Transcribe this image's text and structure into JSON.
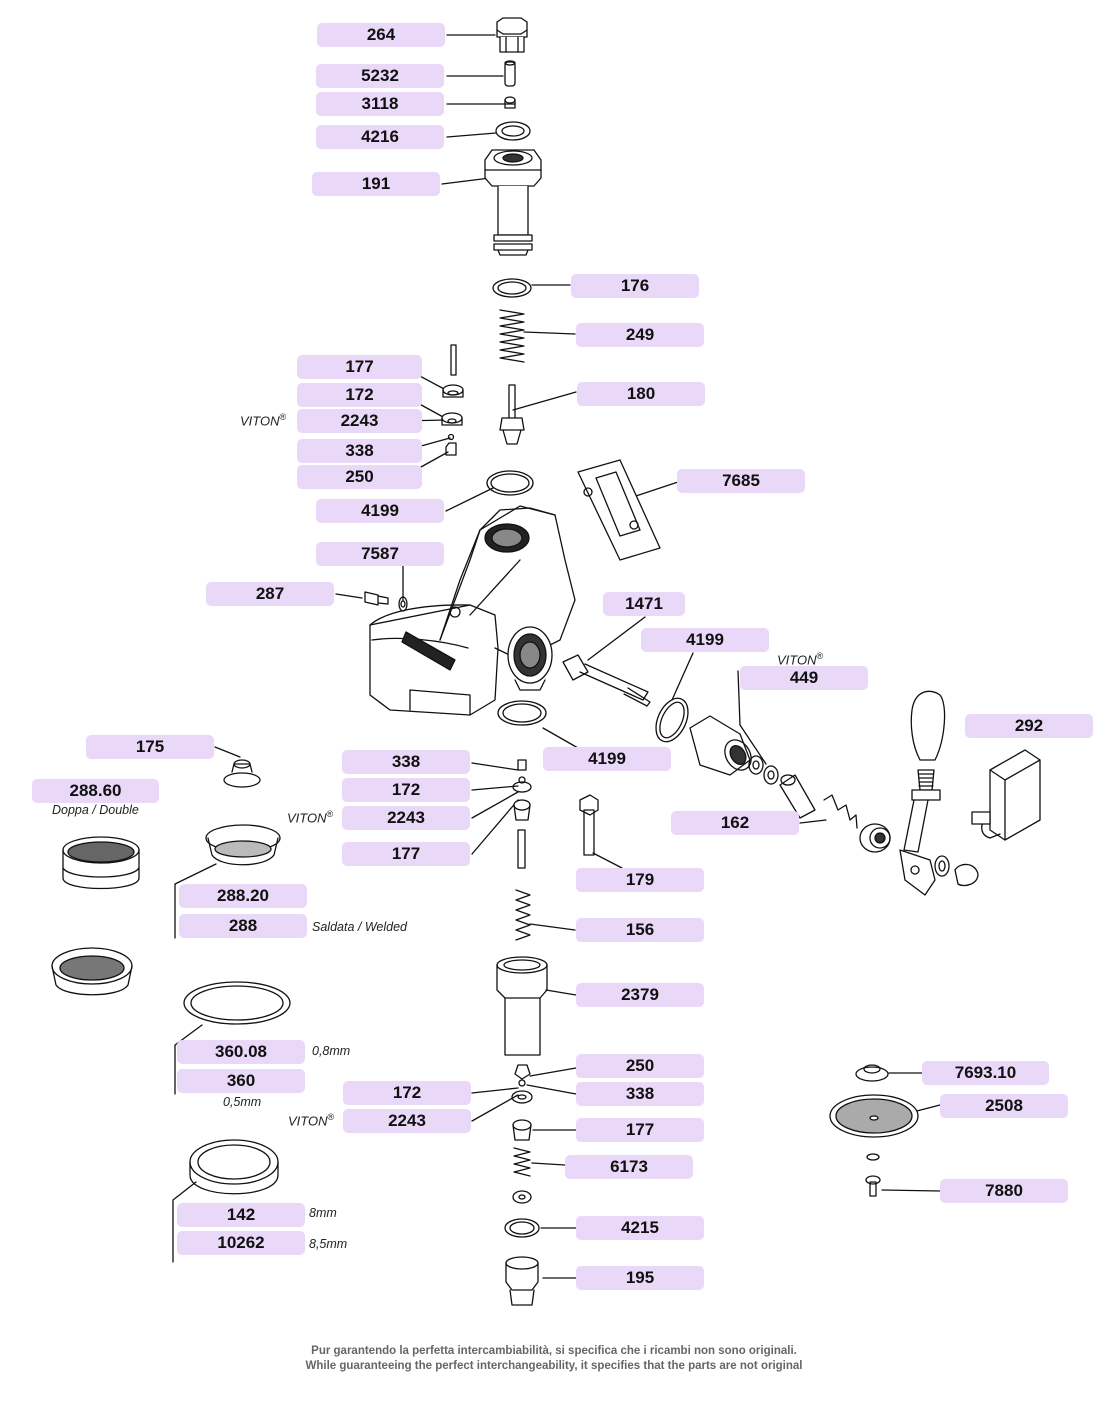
{
  "parts": {
    "p264": "264",
    "p5232": "5232",
    "p3118": "3118",
    "p4216": "4216",
    "p191": "191",
    "p176": "176",
    "p249": "249",
    "p177a": "177",
    "p172a": "172",
    "p2243a": "2243",
    "p338a": "338",
    "p250a": "250",
    "p180": "180",
    "p4199a": "4199",
    "p7685": "7685",
    "p7587": "7587",
    "p287": "287",
    "p1471": "1471",
    "p4199b": "4199",
    "p449": "449",
    "p292": "292",
    "p4199c": "4199",
    "p175": "175",
    "p28860": "288.60",
    "p338b": "338",
    "p172b": "172",
    "p2243b": "2243",
    "p177b": "177",
    "p162": "162",
    "p179": "179",
    "p28820": "288.20",
    "p288": "288",
    "p156": "156",
    "p2379": "2379",
    "p36008": "360.08",
    "p360": "360",
    "p250b": "250",
    "p338c": "338",
    "p172c": "172",
    "p2243c": "2243",
    "p177c": "177",
    "p6173": "6173",
    "p4215": "4215",
    "p195": "195",
    "p142": "142",
    "p10262": "10262",
    "p769310": "7693.10",
    "p2508": "2508",
    "p7880": "7880"
  },
  "notes": {
    "viton": "VITON",
    "registered": "®",
    "doppia": "Doppa / Double",
    "saldata": "Saldata / Welded",
    "mm08": "0,8mm",
    "mm05": "0,5mm",
    "mm8": "8mm",
    "mm85": "8,5mm"
  },
  "footer": {
    "line1": "Pur garantendo la perfetta intercambiabilità, si specifica che i ricambi non sono originali.",
    "line2": "While guaranteeing the perfect interchangeability, it specifies that the parts are not original"
  },
  "colors": {
    "label_bg": "#ead8f8",
    "line": "#111111"
  }
}
